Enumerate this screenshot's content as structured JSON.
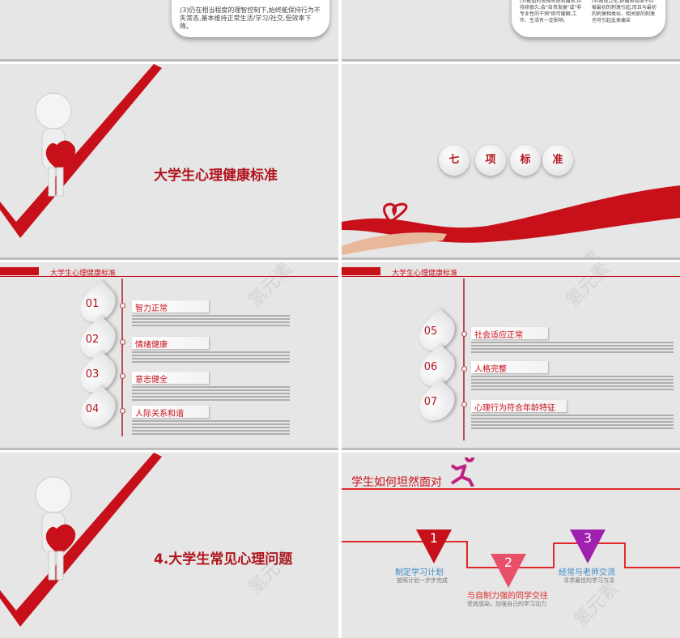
{
  "slides": {
    "top_left": {
      "text": "(3)仍在相当程度的理智控制下,始终能保持行为不失常态,基本维持正常生活/学习/社交,但效率下降。"
    },
    "top_right": {
      "col1": "(3)能暂时丢掉焦虑和痛苦,但持续很久;会\"自然发展\"或\"非专业性的干预\"即可缓解;工作、生活有一定影响;",
      "col2": "(4)出现泛化,即痛苦情绪不但被最初的刺激引起,而且与最初的刺激相类似、相关联的刺激也可引起此类痛苦"
    },
    "title1": {
      "title": "大学生心理健康标准"
    },
    "seven": {
      "chars": [
        "七",
        "项",
        "标",
        "准"
      ]
    },
    "standards_a": {
      "header": "大学生心理健康标准",
      "items": [
        {
          "num": "01",
          "label": "智力正常"
        },
        {
          "num": "02",
          "label": "情绪健康"
        },
        {
          "num": "03",
          "label": "意志健全"
        },
        {
          "num": "04",
          "label": "人际关系和谐"
        }
      ]
    },
    "standards_b": {
      "header": "大学生心理健康标准",
      "items": [
        {
          "num": "05",
          "label": "社会适应正常"
        },
        {
          "num": "06",
          "label": "人格完整"
        },
        {
          "num": "07",
          "label": "心理行为符合年龄特征"
        }
      ]
    },
    "title2": {
      "title": "4.大学生常见心理问题"
    },
    "steps": {
      "title": "学生如何坦然面对",
      "items": [
        {
          "num": "1",
          "title": "制定学习计划",
          "sub": "按照计划一步步完成",
          "color": "#c8101a"
        },
        {
          "num": "2",
          "title": "与自制力强的同学交往",
          "sub": "受其感染，加强自己的学习动力",
          "color": "#e8506a"
        },
        {
          "num": "3",
          "title": "经常与老师交流",
          "sub": "寻求最佳的学习方法",
          "color": "#a020b0"
        }
      ]
    }
  },
  "watermark": "氢元素",
  "colors": {
    "accent": "#c8101a",
    "background": "#e6e6e6"
  }
}
